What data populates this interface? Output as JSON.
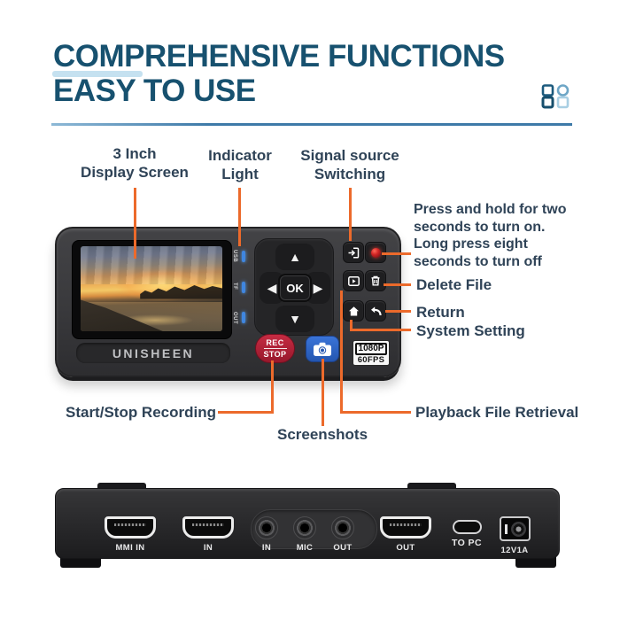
{
  "header": {
    "title_line1": "COMPREHENSIVE FUNCTIONS",
    "title_line2": "EASY TO USE"
  },
  "callouts": {
    "display_screen": "3 Inch\nDisplay Screen",
    "indicator_light": "Indicator\nLight",
    "signal_source": "Signal source\nSwitching",
    "power_note": "Press and hold for two\nseconds to turn on.\nLong press eight\nseconds to turn off",
    "delete_file": "Delete File",
    "return_label": "Return",
    "system_setting": "System Setting",
    "start_stop_recording": "Start/Stop Recording",
    "screenshots": "Screenshots",
    "playback_retrieval": "Playback File Retrieval"
  },
  "device_front": {
    "brand": "UNISHEEN",
    "indicator_labels": [
      "USB",
      "TF",
      "OUT"
    ],
    "ok_label": "OK",
    "rec_button_top": "REC",
    "rec_button_bottom": "STOP",
    "badge_top": "1080P",
    "badge_bottom": "60FPS"
  },
  "device_back": {
    "ports": [
      {
        "type": "hdmi",
        "label": "MMI IN"
      },
      {
        "type": "hdmi",
        "label": "IN"
      },
      {
        "type": "audio-jack",
        "label": "IN"
      },
      {
        "type": "audio-jack",
        "label": "MIC"
      },
      {
        "type": "audio-jack",
        "label": "OUT"
      },
      {
        "type": "hdmi",
        "label": "OUT"
      },
      {
        "type": "usb-c",
        "label": "TO PC"
      },
      {
        "type": "dc-power",
        "label": "12V1A"
      }
    ]
  },
  "colors": {
    "title_blue": "#17516F",
    "callout_orange": "#EC6A2B",
    "label_text": "#2F4357",
    "rec_red": "#B02438",
    "camera_blue": "#2E65C9",
    "led_blue": "#3F86E0"
  }
}
